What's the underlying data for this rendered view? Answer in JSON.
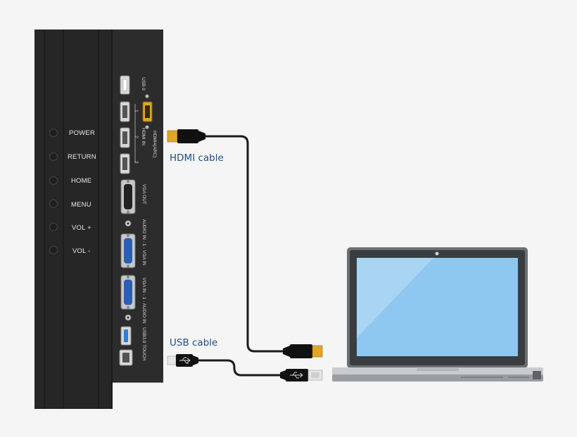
{
  "panel": {
    "buttons": [
      "POWER",
      "RETURN",
      "HOME",
      "MENU",
      "VOL +",
      "VOL -"
    ],
    "ports": {
      "usb0": "USB 0",
      "hdmi_arc": "HDMI4(ARC)",
      "hdmi_in": "HDMI IN",
      "hdmi_num_1": "1",
      "hdmi_num_2": "2",
      "hdmi_num_3": "3",
      "vga_out": "VGA OUT",
      "audio_vga_in_1": "AUDIO IN - 1 - VGA IN",
      "vga_audio_in_1": "VGA IN - 1 - AUDIO IN",
      "usb3_touch": "USB3.0  TOUCH"
    }
  },
  "labels": {
    "hdmi_cable": "HDMI cable",
    "usb_cable": "USB cable"
  },
  "colors": {
    "background": "#f5f5f5",
    "panel": "#2a2a2a",
    "cable": "#1b1b1b",
    "hdmi_gold": "#e0a62a",
    "usb_blue": "#2f7fd8",
    "vga_blue": "#2b5fb0",
    "screen": "#8ec7ef",
    "label_text": "#1f4f86"
  },
  "icons": [
    "hdmi-plug-icon",
    "usb-plug-icon",
    "vga-port-icon",
    "laptop-icon",
    "usb-symbol-icon"
  ]
}
